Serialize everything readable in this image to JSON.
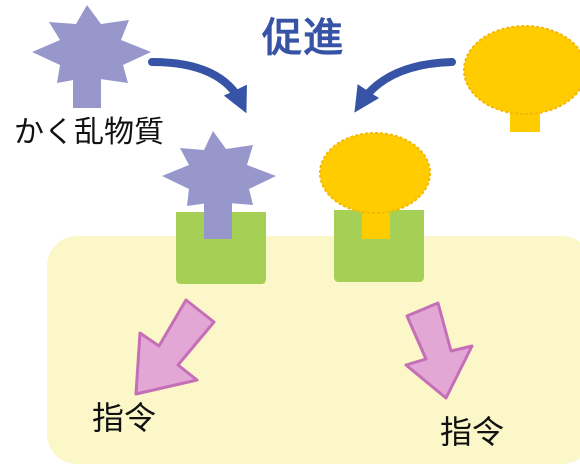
{
  "labels": {
    "disruptor": "かく乱物質",
    "promote": "促進",
    "command_left": "指令",
    "command_right": "指令"
  },
  "colors": {
    "cell_fill": "#fbf7c9",
    "receptor": "#a6cf55",
    "disruptor": "#9897cb",
    "hormone": "#ffcc00",
    "hormone_stroke": "#f5b800",
    "curved_arrow": "#3653a6",
    "signal_arrow_fill": "#e3a7d6",
    "signal_arrow_stroke": "#c46fb6",
    "promote_text": "#3653a6"
  },
  "icons": {
    "disruptor_shape": "star-molecule-icon",
    "hormone_shape": "mushroom-hormone-icon",
    "signal": "down-arrow-icon"
  }
}
